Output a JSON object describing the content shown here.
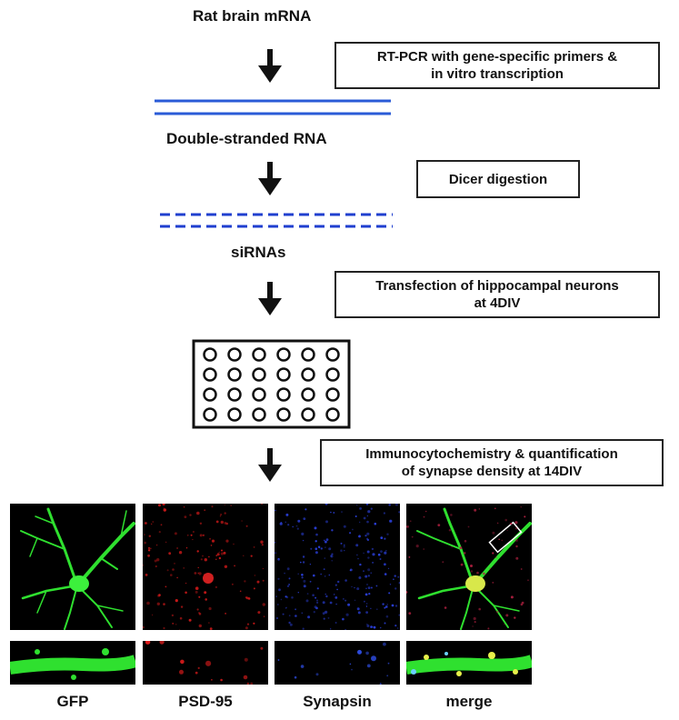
{
  "steps": {
    "source": "Rat brain mRNA",
    "rtpcr_line1": "RT-PCR with gene-specific primers &",
    "rtpcr_line2": "in vitro transcription",
    "dsrna": "Double-stranded RNA",
    "dicer": "Dicer digestion",
    "sirnas": "siRNAs",
    "transfection_line1": "Transfection of hippocampal neurons",
    "transfection_line2": "at 4DIV",
    "icc_line1": "Immunocytochemistry & quantification",
    "icc_line2": "of synapse density at 14DIV"
  },
  "plate": {
    "rows": 4,
    "cols": 6
  },
  "panels": [
    {
      "label": "GFP",
      "color": "#22dd22"
    },
    {
      "label": "PSD-95",
      "color": "#d01818"
    },
    {
      "label": "Synapsin",
      "color": "#2a3fd8"
    },
    {
      "label": "merge",
      "color": "#22dd22"
    }
  ],
  "colors": {
    "rna": "#1f3fcf",
    "dsrna": "#2a5bd7"
  }
}
